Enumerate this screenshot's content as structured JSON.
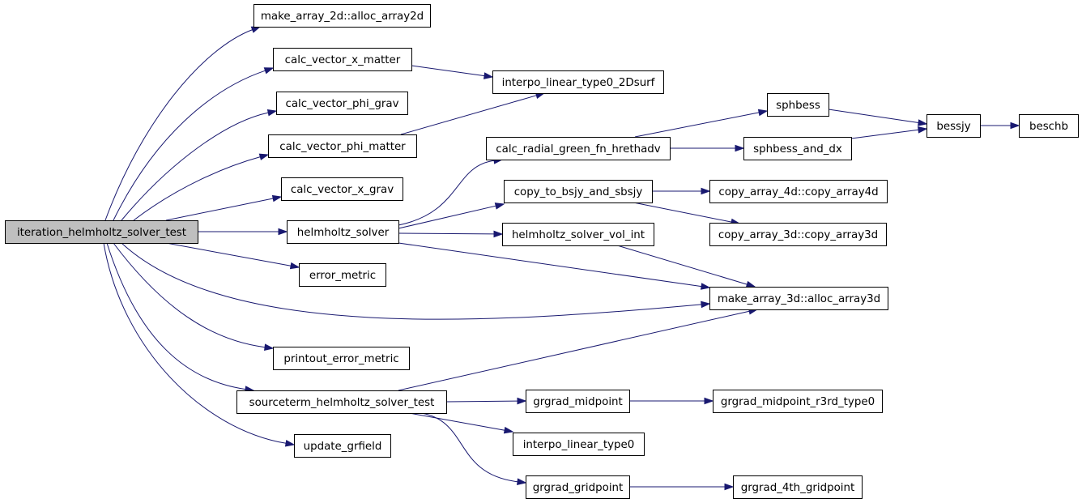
{
  "diagram": {
    "nodes": {
      "root": "iteration_helmholtz_solver_test",
      "alloc2d": "make_array_2d::alloc_array2d",
      "xmat": "calc_vector_x_matter",
      "phigrav": "calc_vector_phi_grav",
      "phimat": "calc_vector_phi_matter",
      "xgrav": "calc_vector_x_grav",
      "helm": "helmholtz_solver",
      "err": "error_metric",
      "printerr": "printout_error_metric",
      "source": "sourceterm_helmholtz_solver_test",
      "update": "update_grfield",
      "interp2d": "interpo_linear_type0_2Dsurf",
      "green": "calc_radial_green_fn_hrethadv",
      "copybs": "copy_to_bsjy_and_sbsjy",
      "volint": "helmholtz_solver_vol_int",
      "alloc3d": "make_array_3d::alloc_array3d",
      "grmid": "grgrad_midpoint",
      "interp": "interpo_linear_type0",
      "grgrid": "grgrad_gridpoint",
      "sphbess": "sphbess",
      "sphdx": "sphbess_and_dx",
      "copy4d": "copy_array_4d::copy_array4d",
      "copy3d": "copy_array_3d::copy_array3d",
      "midr3": "grgrad_midpoint_r3rd_type0",
      "grad4": "grgrad_4th_gridpoint",
      "bessjy": "bessjy",
      "beschb": "beschb"
    },
    "edges": [
      [
        "root",
        "alloc2d"
      ],
      [
        "root",
        "xmat"
      ],
      [
        "root",
        "phigrav"
      ],
      [
        "root",
        "phimat"
      ],
      [
        "root",
        "xgrav"
      ],
      [
        "root",
        "helm"
      ],
      [
        "root",
        "err"
      ],
      [
        "root",
        "alloc3d"
      ],
      [
        "root",
        "printerr"
      ],
      [
        "root",
        "source"
      ],
      [
        "root",
        "update"
      ],
      [
        "xmat",
        "interp2d"
      ],
      [
        "phimat",
        "interp2d"
      ],
      [
        "helm",
        "green"
      ],
      [
        "helm",
        "copybs"
      ],
      [
        "helm",
        "volint"
      ],
      [
        "helm",
        "alloc3d"
      ],
      [
        "volint",
        "alloc3d"
      ],
      [
        "green",
        "sphbess"
      ],
      [
        "green",
        "sphdx"
      ],
      [
        "sphbess",
        "bessjy"
      ],
      [
        "sphdx",
        "bessjy"
      ],
      [
        "bessjy",
        "beschb"
      ],
      [
        "copybs",
        "copy4d"
      ],
      [
        "copybs",
        "copy3d"
      ],
      [
        "source",
        "alloc3d"
      ],
      [
        "source",
        "grmid"
      ],
      [
        "source",
        "interp"
      ],
      [
        "source",
        "grgrid"
      ],
      [
        "grmid",
        "midr3"
      ],
      [
        "grgrid",
        "grad4"
      ]
    ],
    "colors": {
      "edge": "#191970",
      "root_fill": "#bfbfbf",
      "node_fill": "#ffffff",
      "border": "#000000"
    }
  }
}
